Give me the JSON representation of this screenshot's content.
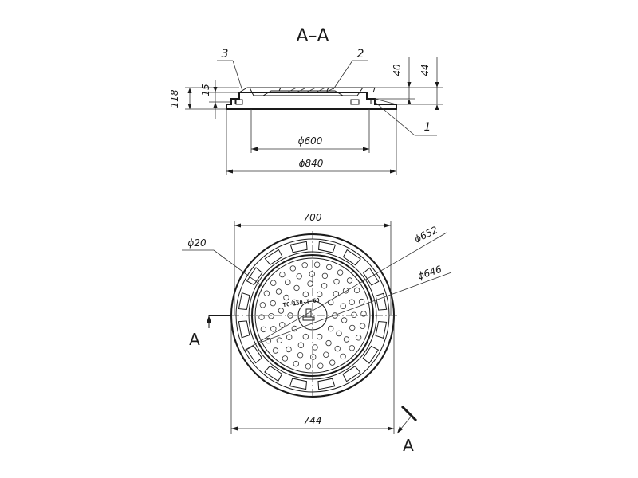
{
  "section_title": "A–A",
  "callouts": {
    "part1": "1",
    "part2": "2",
    "part3": "3"
  },
  "dims": {
    "phi600": "ϕ600",
    "phi840": "ϕ840",
    "h40": "40",
    "h44": "44",
    "h118": "118",
    "h15": "15",
    "w700": "700",
    "w744": "744",
    "phi20": "ϕ20",
    "phi652": "ϕ652",
    "phi646": "ϕ646"
  },
  "cover_marking": "ТС-150-Т-60",
  "section_marks": {
    "left": "A",
    "right": "A"
  }
}
